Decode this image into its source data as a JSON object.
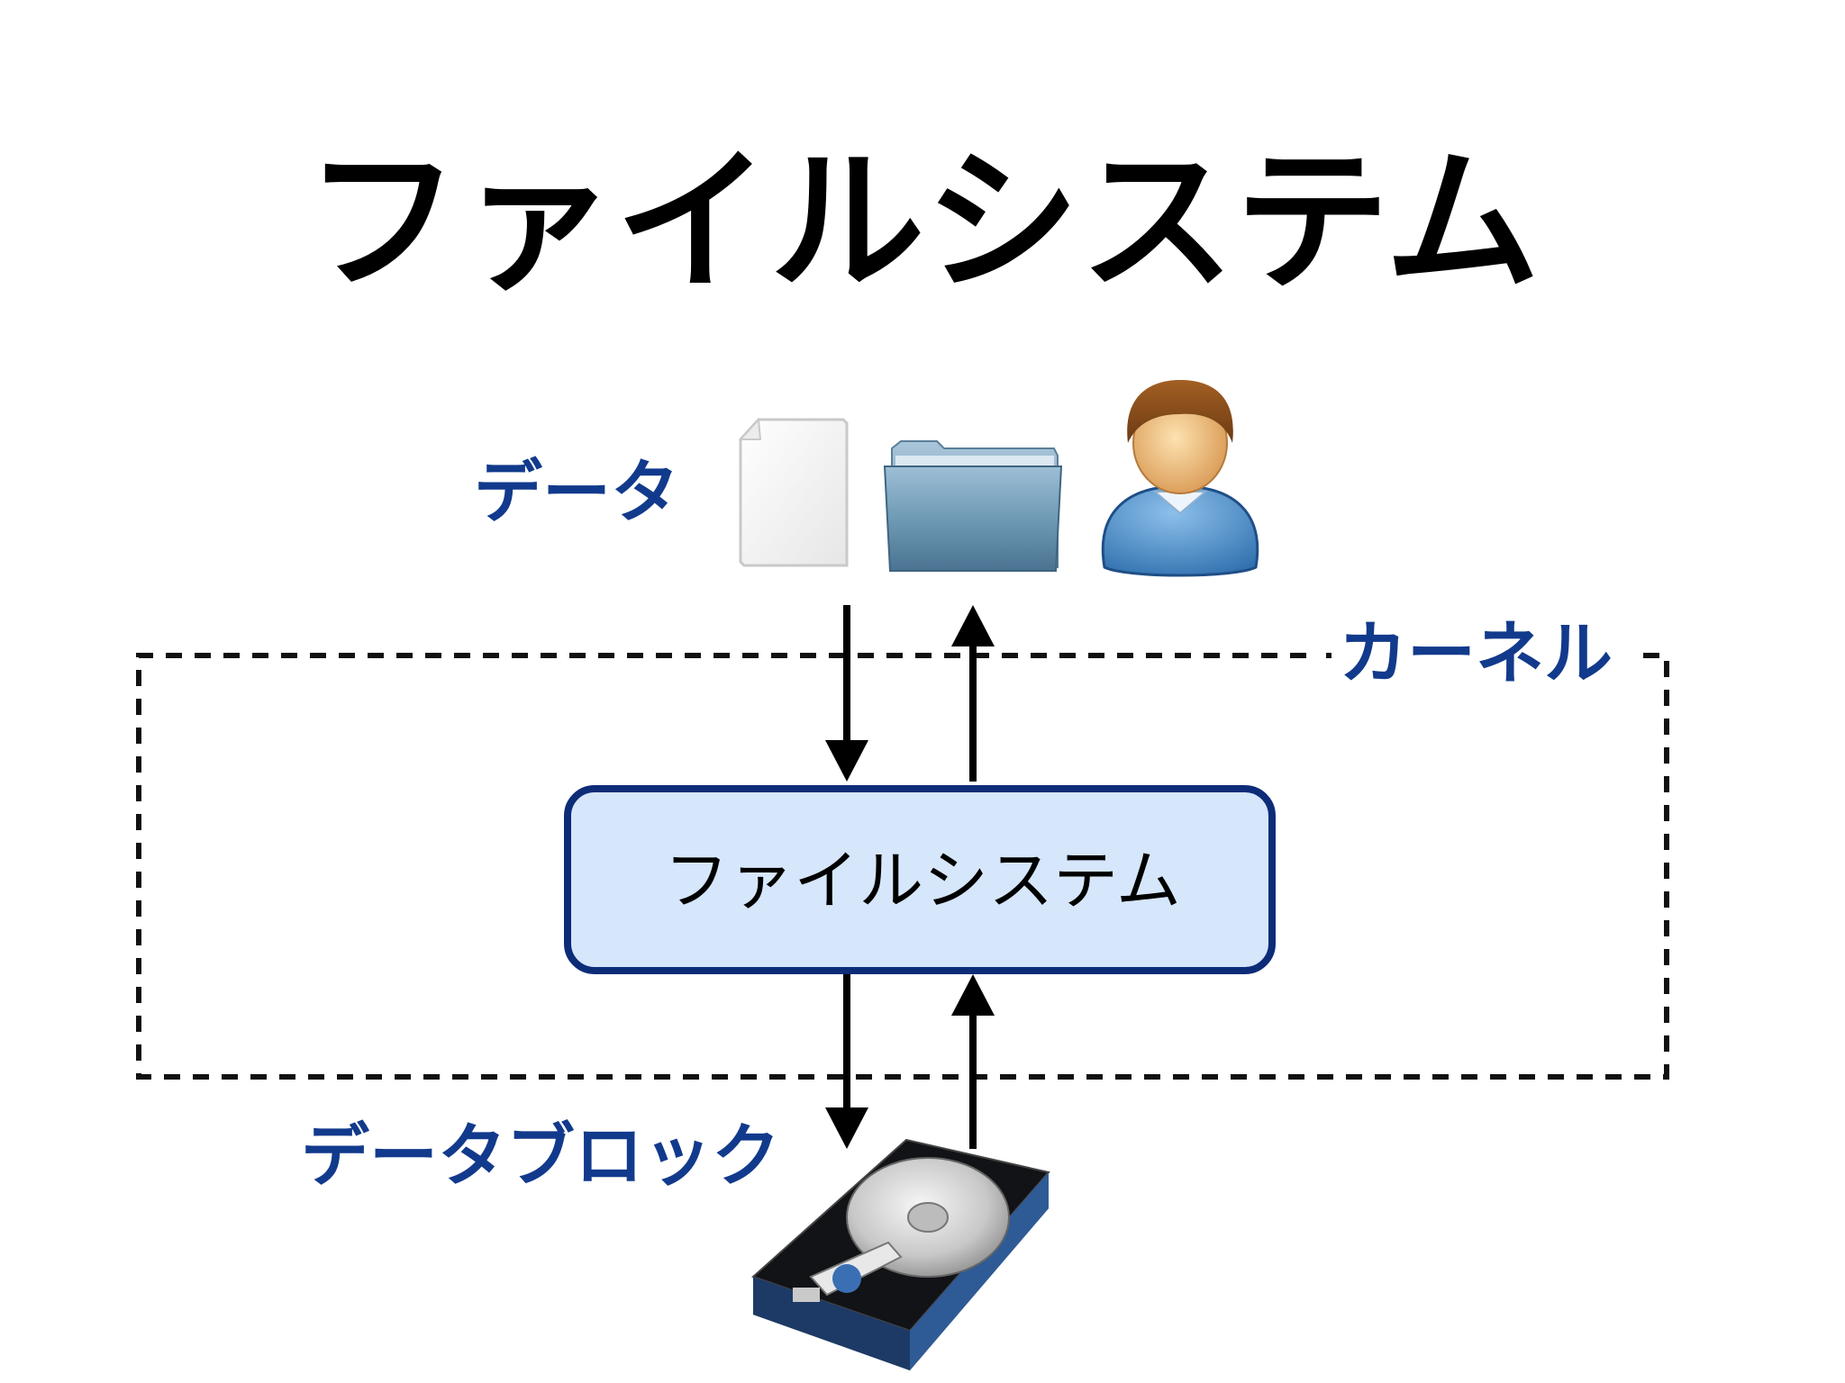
{
  "slide": {
    "title": "ファイルシステム"
  },
  "labels": {
    "data": "データ",
    "kernel": "カーネル",
    "data_block": "データブロック"
  },
  "box": {
    "label": "ファイルシステム"
  },
  "icons": {
    "file": "document-icon",
    "folder": "folder-icon",
    "user": "user-icon",
    "disk": "hard-disk-icon"
  },
  "colors": {
    "title_text": "#000000",
    "label_text": "#123a8c",
    "box_fill": "#d6e6fb",
    "box_border": "#0d2c78",
    "kernel_border": "#111111",
    "arrow": "#000000"
  }
}
